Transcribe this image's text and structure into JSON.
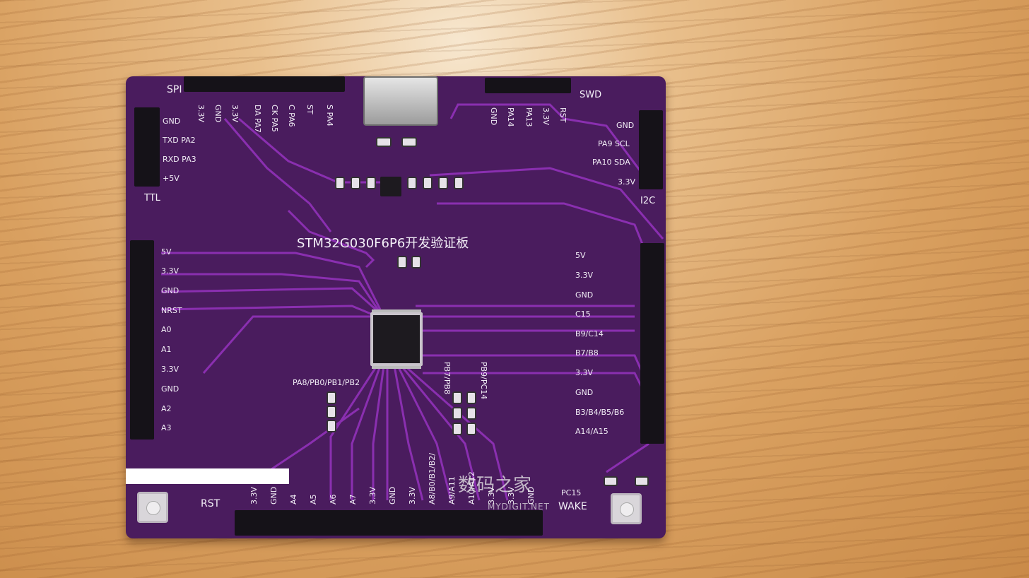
{
  "scene": {
    "board_title": "STM32G030F6P6开发验证板",
    "watermark": "数码之家",
    "watermark_sub": "MYDIGIT.NET"
  },
  "headers": {
    "spi": {
      "label": "SPI",
      "pins": [
        "3.3V",
        "GND",
        "3.3V",
        "DA PA7",
        "CK PA5",
        "C PA6",
        "ST",
        "S PA4"
      ]
    },
    "swd": {
      "label": "SWD",
      "pins": [
        "GND",
        "PA14",
        "PA13",
        "3.3V",
        "RST"
      ]
    },
    "ttl": {
      "label": "TTL",
      "pins": [
        "GND",
        "TXD PA2",
        "RXD PA3",
        "+5V"
      ]
    },
    "i2c": {
      "label": "I2C",
      "pins": [
        "GND",
        "PA9 SCL",
        "PA10 SDA",
        "3.3V"
      ]
    },
    "left": {
      "pins": [
        "5V",
        "3.3V",
        "GND",
        "NRST",
        "A0",
        "A1",
        "3.3V",
        "GND",
        "A2",
        "A3"
      ]
    },
    "right": {
      "pins": [
        "5V",
        "3.3V",
        "GND",
        "C15",
        "B9/C14",
        "B7/B8",
        "3.3V",
        "GND",
        "B3/B4/B5/B6",
        "A14/A15"
      ]
    },
    "bottom": {
      "pins": [
        "3.3V",
        "GND",
        "A4",
        "A5",
        "A6",
        "A7",
        "3.3V",
        "GND",
        "3.3V",
        "A8/B0/B1/B2/",
        "A9/A11",
        "A10/A12",
        "3.3V",
        "3.3V",
        "GND"
      ]
    }
  },
  "jumper_labels": {
    "pa8": "PA8/PB0/PB1/PB2",
    "pb7": "PB7/PB8",
    "pb9": "PB9/PC14"
  },
  "buttons": {
    "rst": "RST",
    "wake": "WAKE",
    "wake_pin": "PC15"
  },
  "colors": {
    "board": "#4a1c5e",
    "trace": "#8a2fb0",
    "silkscreen": "#f2eef6"
  }
}
